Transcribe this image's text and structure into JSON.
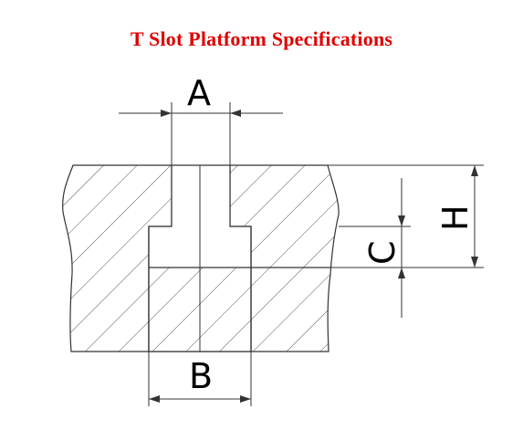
{
  "title": "T Slot Platform Specifications",
  "colors": {
    "title": "#e00000",
    "line": "#333333",
    "hatch": "#555555",
    "background": "#ffffff"
  },
  "dimensions": {
    "a_label": "A",
    "b_label": "B",
    "c_label": "C",
    "h_label": "H"
  }
}
